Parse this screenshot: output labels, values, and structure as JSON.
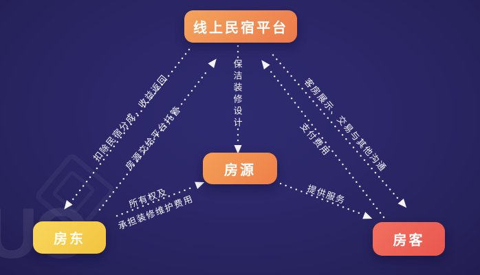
{
  "nodes": {
    "platform": {
      "label": "线上民宿平台"
    },
    "listing": {
      "label": "房源"
    },
    "landlord": {
      "label": "房东"
    },
    "tenant": {
      "label": "房客"
    }
  },
  "edges": {
    "deduct": {
      "label": "扣除民宿分成，收益返回",
      "from": "platform",
      "to": "landlord"
    },
    "entrust": {
      "label": "房源交给平台托管",
      "from": "landlord",
      "to": "platform"
    },
    "clean": {
      "label": "保洁装修设计",
      "from": "platform",
      "to": "listing"
    },
    "display": {
      "label": "客房展示、交易与其他沟通",
      "from": "platform",
      "to": "tenant"
    },
    "pay": {
      "label": "支付费用",
      "from": "tenant",
      "to": "platform"
    },
    "ownership": {
      "label_line1": "所有权及",
      "label_line2": "承担装修维护费用",
      "from": "landlord",
      "to": "listing"
    },
    "serve": {
      "label": "提供服务",
      "from": "listing",
      "to": "tenant"
    }
  },
  "watermark": {
    "text": "UO"
  },
  "colors": {
    "background": "#2a2665",
    "platform_box": "#ee8450",
    "listing_box": "#f08c50",
    "landlord_box": "#f5cd4e",
    "tenant_box": "#ed6456",
    "line": "#ffffff"
  }
}
